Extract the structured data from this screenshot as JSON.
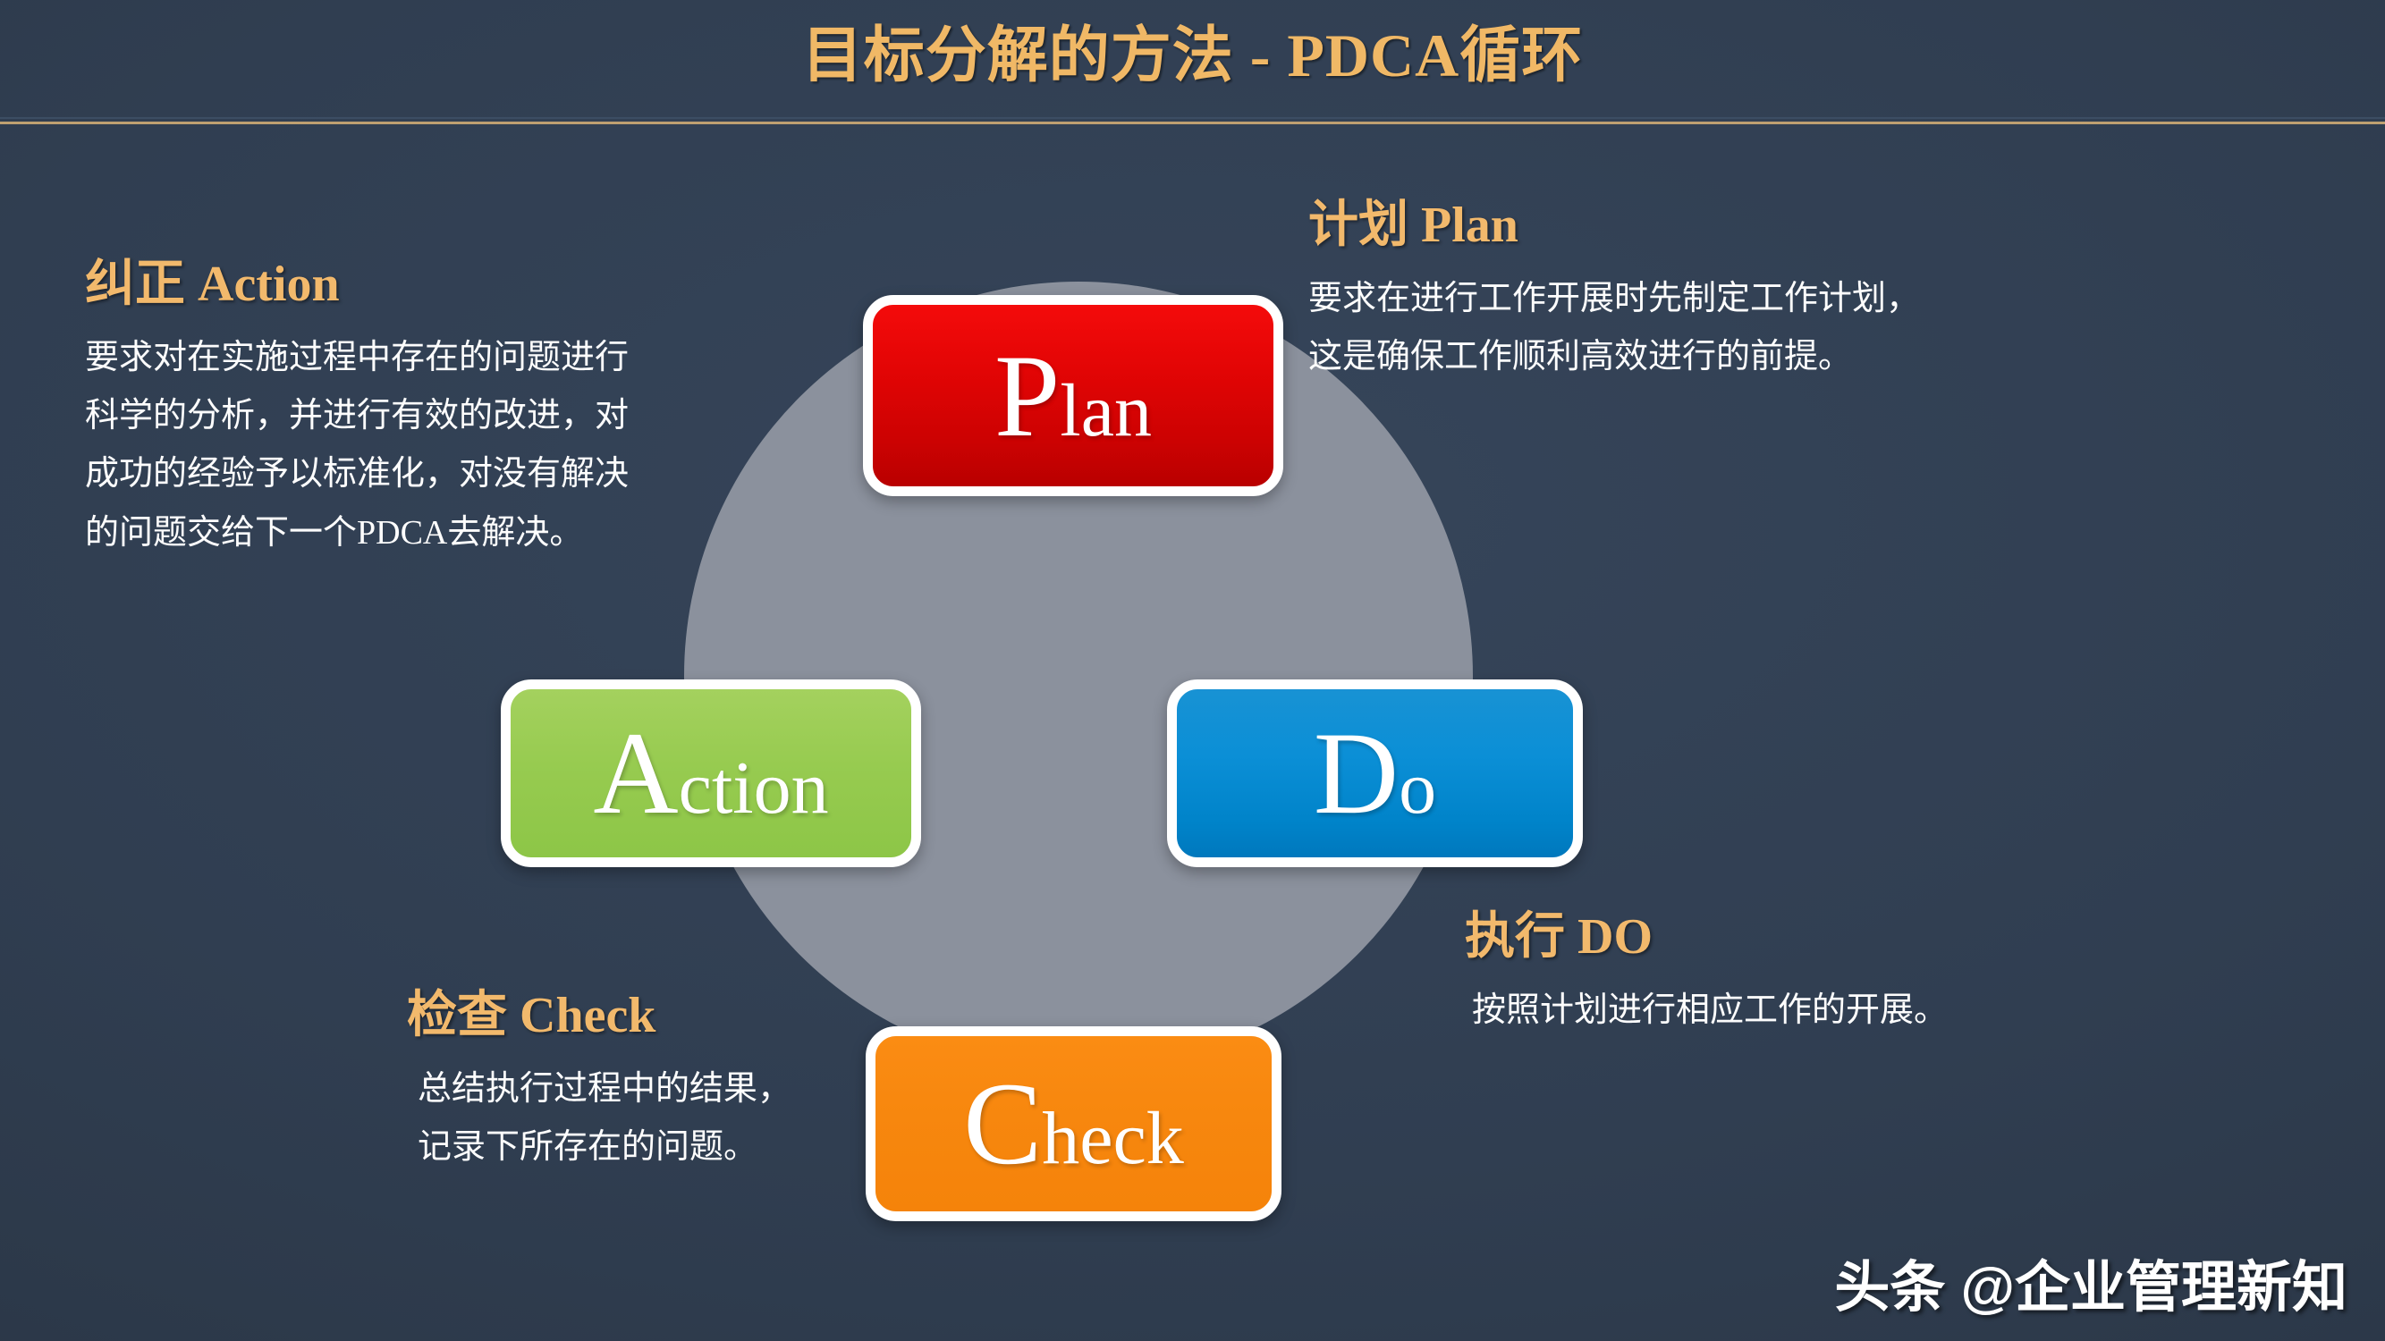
{
  "slide": {
    "title": "目标分解的方法 - PDCA循环",
    "background_color": "#2f3d50",
    "accent_color": "#f0b866",
    "circle_color": "#8b919d"
  },
  "cycle": {
    "nodes": [
      {
        "key": "plan",
        "cap": "P",
        "rest": "lan",
        "full_label": "Plan",
        "color": "#e30505",
        "position": "top"
      },
      {
        "key": "do",
        "cap": "D",
        "rest": "o",
        "full_label": "Do",
        "color": "#0b8fd6",
        "position": "right"
      },
      {
        "key": "check",
        "cap": "C",
        "rest": "heck",
        "full_label": "Check",
        "color": "#f7870e",
        "position": "bottom"
      },
      {
        "key": "action",
        "cap": "A",
        "rest": "ction",
        "full_label": "Action",
        "color": "#97cb50",
        "position": "left"
      }
    ]
  },
  "descriptions": {
    "action": {
      "title": "纠正 Action",
      "lines": [
        "要求对在实施过程中存在的问题进行",
        "科学的分析，并进行有效的改进，对",
        "成功的经验予以标准化，对没有解决",
        "的问题交给下一个PDCA去解决。"
      ]
    },
    "plan": {
      "title": "计划 Plan",
      "lines": [
        "要求在进行工作开展时先制定工作计划，",
        "这是确保工作顺利高效进行的前提。"
      ]
    },
    "do": {
      "title": "执行 DO",
      "lines": [
        "按照计划进行相应工作的开展。"
      ]
    },
    "check": {
      "title": "检查 Check",
      "lines": [
        "总结执行过程中的结果，",
        "记录下所存在的问题。"
      ]
    }
  },
  "watermark": {
    "text": "头条 @企业管理新知"
  }
}
